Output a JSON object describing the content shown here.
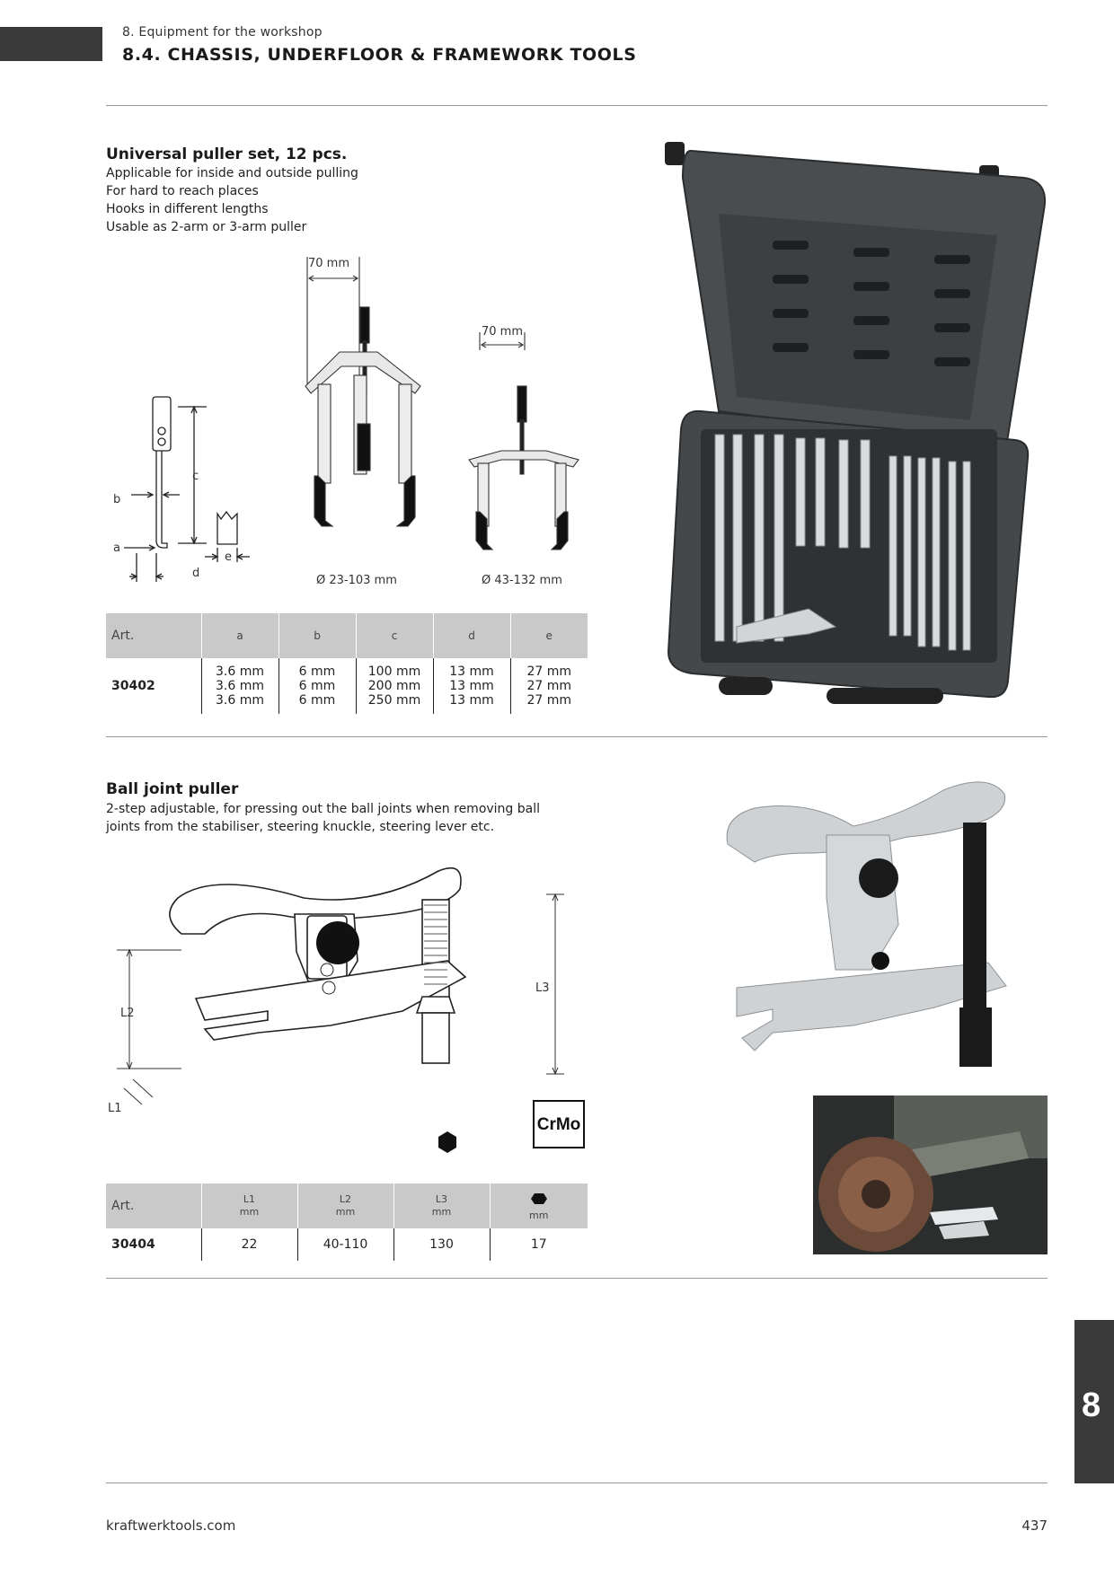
{
  "header": {
    "breadcrumb": "8. Equipment for the workshop",
    "section_title": "8.4. CHASSIS, UNDERFLOOR & FRAMEWORK TOOLS"
  },
  "product1": {
    "title": "Universal puller set, 12 pcs.",
    "lines": [
      "Applicable for inside and outside pulling",
      "For hard to reach places",
      "Hooks in different lengths",
      "Usable as 2-arm or 3-arm puller"
    ],
    "diagram": {
      "dim_a": "a",
      "dim_b": "b",
      "dim_c": "c",
      "dim_d": "d",
      "dim_e": "e",
      "puller3_width": "70 mm",
      "puller2_width": "70 mm",
      "puller3_range": "Ø 23-103 mm",
      "puller2_range": "Ø 43-132 mm"
    },
    "table": {
      "headers": [
        "Art.",
        "a",
        "b",
        "c",
        "d",
        "e"
      ],
      "article": "30402",
      "a": [
        "3.6 mm",
        "3.6 mm",
        "3.6 mm"
      ],
      "b": [
        "6 mm",
        "6 mm",
        "6 mm"
      ],
      "c": [
        "100 mm",
        "200 mm",
        "250 mm"
      ],
      "d": [
        "13 mm",
        "13 mm",
        "13 mm"
      ],
      "e": [
        "27 mm",
        "27 mm",
        "27 mm"
      ]
    }
  },
  "product2": {
    "title": "Ball joint puller",
    "lines": [
      "2-step adjustable, for pressing out the ball joints when removing ball",
      "joints from the stabiliser, steering knuckle, steering lever etc."
    ],
    "diagram": {
      "L1": "L1",
      "L2": "L2",
      "L3": "L3",
      "badge": "CrMo"
    },
    "table": {
      "art_header": "Art.",
      "col_labels": [
        "L1",
        "L2",
        "L3"
      ],
      "unit": "mm",
      "article": "30404",
      "values": [
        "22",
        "40-110",
        "130",
        "17"
      ]
    }
  },
  "footer": {
    "website": "kraftwerktools.com",
    "page_number": "437",
    "chapter": "8"
  },
  "colors": {
    "header_bar": "#3a3a3a",
    "table_header": "#c9c9c9",
    "rule": "#9a9a9a",
    "case": "#3d4042"
  }
}
